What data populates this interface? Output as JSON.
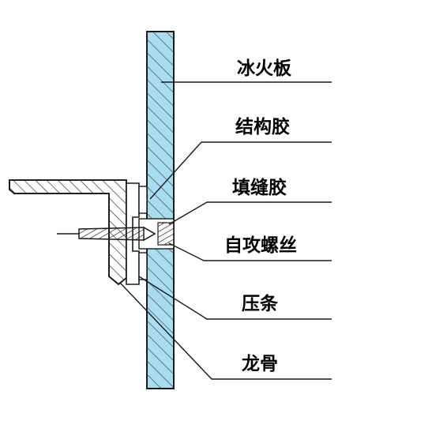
{
  "labels": {
    "panel": "冰火板",
    "structural_adhesive": "结构胶",
    "sealant": "填缝胶",
    "self_tapping_screw": "自攻螺丝",
    "pressure_strip": "压条",
    "keel": "龙骨"
  },
  "colors": {
    "panel_fill": "#a8dcf0",
    "line": "#1a1a1a",
    "hatch": "#333333"
  }
}
